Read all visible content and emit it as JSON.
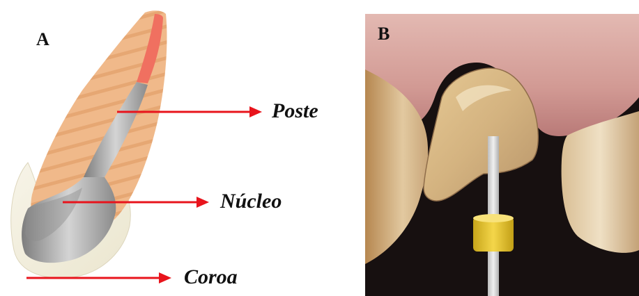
{
  "figure": {
    "panels": [
      {
        "letter": "A",
        "subject": "tooth-cross-section-illustration"
      },
      {
        "letter": "B",
        "subject": "clinical-photo-post-core"
      }
    ],
    "callouts": {
      "poste": "Poste",
      "nucleo": "Núcleo",
      "coroa": "Coroa"
    },
    "colors": {
      "arrow": "#e8141c",
      "dentin": "#f0b98a",
      "pulp": "#f07060",
      "post": "#9a9a9a",
      "crown": "#f4f1e2",
      "background_photo": "#1a1210",
      "gingiva": "#d9a6a0"
    }
  }
}
